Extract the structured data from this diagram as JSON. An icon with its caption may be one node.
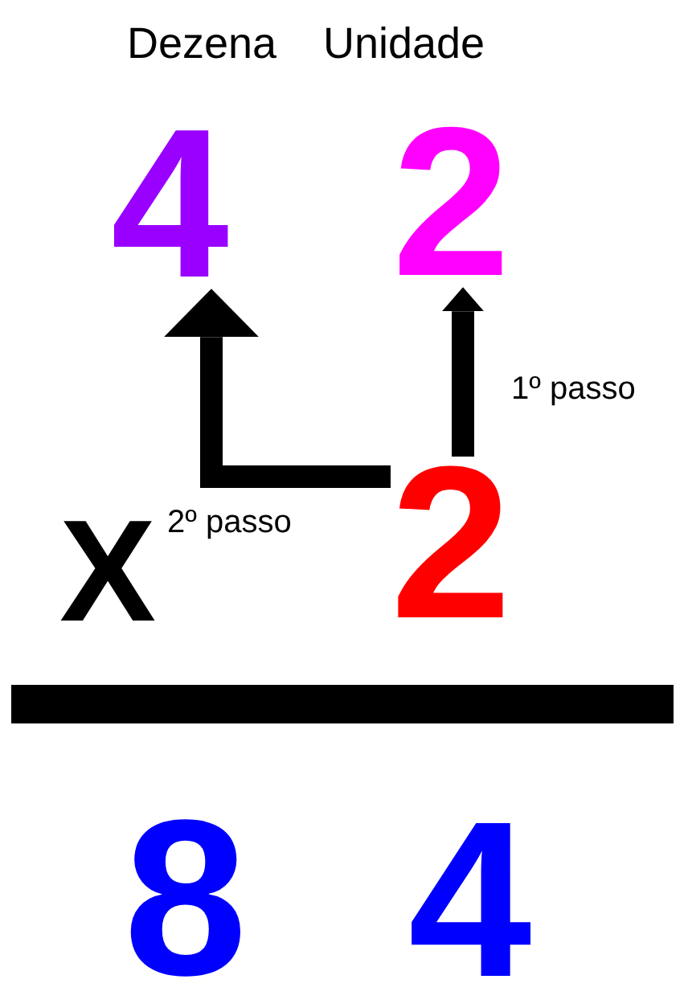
{
  "diagram": {
    "nodes": [
      {
        "text": [
          "4"
        ]
      },
      {
        "text": [
          "2"
        ]
      },
      {
        "text": [
          "2"
        ]
      },
      {
        "text": [],
        "shape": "bar"
      }
    ],
    "edges": [
      {
        "from": 2,
        "to": 1,
        "arrow": "to",
        "label": "1º passo"
      },
      {
        "from": 2,
        "to": 0,
        "arrow": "to",
        "label": "2º passo"
      }
    ],
    "labels": [
      "Dezena",
      "Unidade",
      "X",
      "8",
      "4"
    ]
  }
}
